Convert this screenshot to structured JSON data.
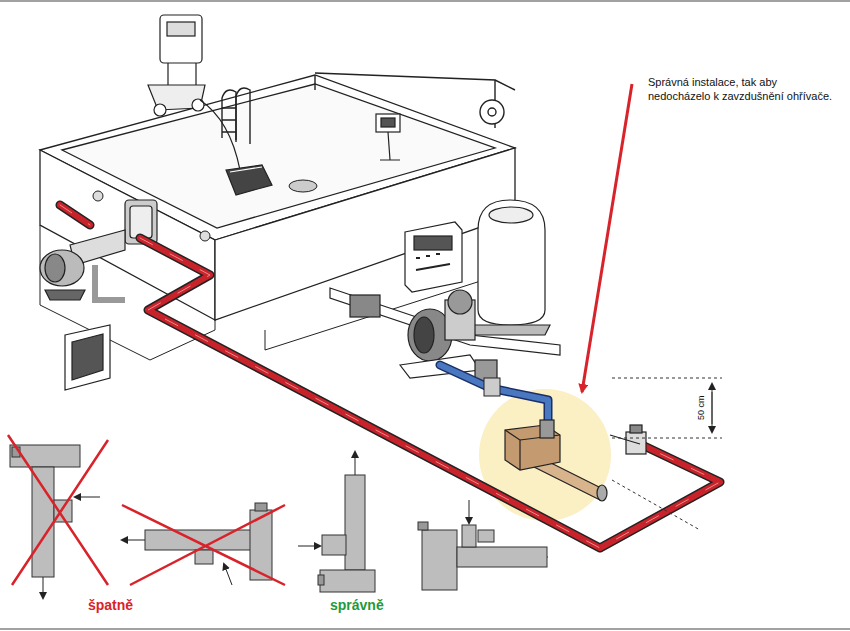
{
  "diagram": {
    "labels": [
      "Správná instalace, tak aby nedocházelo k zavzdušnění ohřívače.",
      "50 cm",
      "špatně",
      "správně"
    ]
  }
}
